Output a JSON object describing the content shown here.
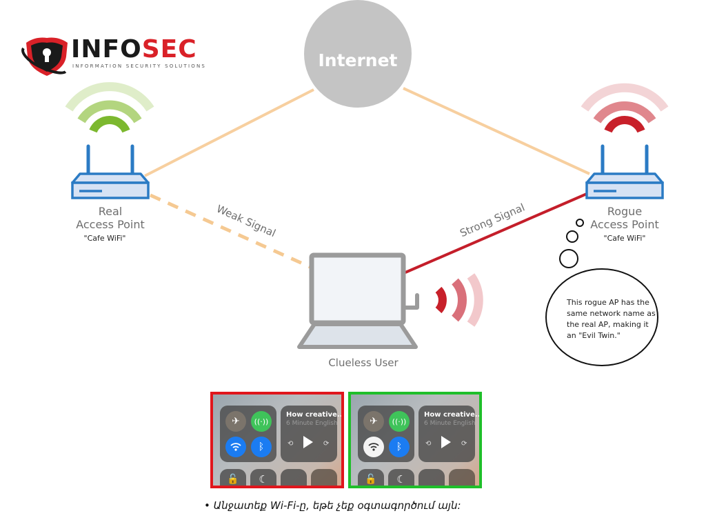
{
  "logo": {
    "brand_left": "INFO",
    "brand_right": "SEC",
    "tagline": "INFORMATION SECURITY SOLUTIONS",
    "colors": {
      "dark": "#1a1a1a",
      "accent": "#d92128"
    }
  },
  "nodes": {
    "internet": {
      "label": "Internet",
      "color": "#c4c4c4"
    },
    "real_ap": {
      "title_line1": "Real",
      "title_line2": "Access Point",
      "ssid": "\"Cafe WiFi\"",
      "signal_color": "#7cb82f"
    },
    "rogue_ap": {
      "title_line1": "Rogue",
      "title_line2": "Access Point",
      "ssid": "\"Cafe WiFi\"",
      "signal_color": "#c8202a"
    },
    "user": {
      "label": "Clueless User"
    }
  },
  "links": {
    "weak": {
      "label": "Weak Signal",
      "color": "#f5c992",
      "style": "dashed"
    },
    "strong": {
      "label": "Strong Signal",
      "color": "#c41e2a",
      "style": "solid"
    },
    "backhaul": {
      "color": "#f7cf9f"
    }
  },
  "thought_bubble": {
    "lines": [
      "This rogue AP has the",
      "same network name as",
      "the real AP, making it",
      "an \"Evil Twin.\""
    ]
  },
  "control_centers": [
    {
      "state": "wifi-on",
      "frame_color": "#e0161c",
      "media_title": "How creative...",
      "media_subtitle": "6 Minute English",
      "wifi_enabled": true
    },
    {
      "state": "wifi-off",
      "frame_color": "#1fbf2a",
      "media_title": "How creative...",
      "media_subtitle": "6 Minute English",
      "wifi_enabled": false
    }
  ],
  "caption": "• Անջատեք Wi-Fi-ը, եթե չեք օգտագործում այն:"
}
